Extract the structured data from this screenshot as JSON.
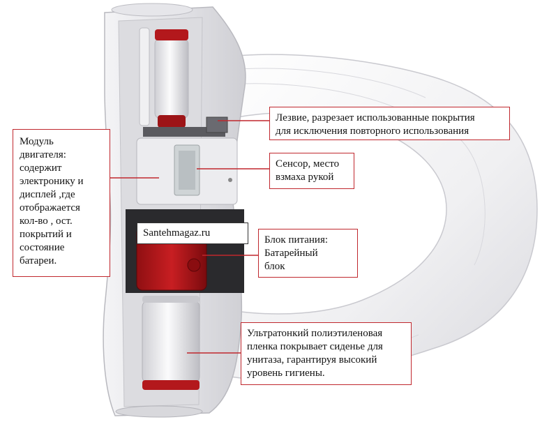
{
  "diagram": {
    "subject": "Sanitary seat cover dispenser (cutaway view)",
    "watermark": "Santehmagaz.ru",
    "callouts": {
      "motor_module": [
        "Модуль",
        "двигателя:",
        "содержит",
        "электронику и",
        "дисплей ,где",
        "отображается",
        "кол-во ,  ост.",
        "покрытий и",
        "состояние",
        "батареи."
      ],
      "blade": [
        "Лезвие, разрезает использованные покрытия",
        "для исключения повторного использования"
      ],
      "sensor": [
        "Сенсор, место",
        "взмаха рукой"
      ],
      "power": [
        "Блок питания:",
        "Батарейный",
        "блок"
      ],
      "film": [
        "Ультратонкий полиэтиленовая",
        "пленка покрывает сиденье для",
        "унитаза, гарантируя высокий",
        "уровень гигиены."
      ]
    },
    "colors": {
      "leader_line": "#c0272d",
      "device_red": "#b3181c",
      "housing": "#eeeef0"
    }
  }
}
